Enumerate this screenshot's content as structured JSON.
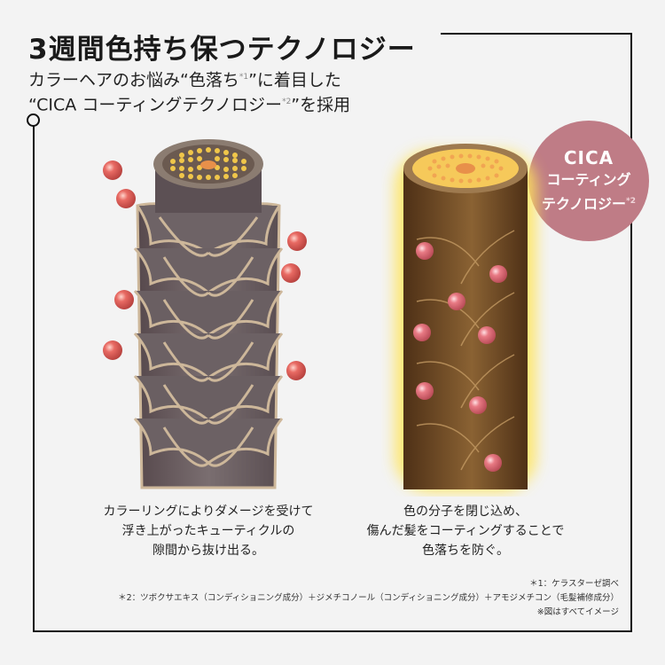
{
  "header": {
    "title": "3週間色持ち保つテクノロジー",
    "subtitle_line1_pre": "カラーヘアのお悩み“色落ち",
    "subtitle_line1_sup": "*1",
    "subtitle_line1_post": "”に着目した",
    "subtitle_line2_pre": "“CICA コーティングテクノロジー",
    "subtitle_line2_sup": "*2",
    "subtitle_line2_post": "”を採用"
  },
  "badge": {
    "line1": "CICA",
    "line2": "コーティング",
    "line3": "テクノロジー",
    "sup": "*2",
    "color": "#bf7c86"
  },
  "illustrations": {
    "left": {
      "name": "damaged-hair",
      "shaft_color": "#6e6366",
      "cuticle_edge_color": "#cdb79a",
      "molecule_color": "#e0645f"
    },
    "right": {
      "name": "coated-hair",
      "shaft_color": "#6b4423",
      "glow_color": "#ffe55c",
      "molecule_color": "#e4707a"
    }
  },
  "captions": {
    "left": [
      "カラーリングによりダメージを受けて",
      "浮き上がったキューティクルの",
      "隙間から抜け出る。"
    ],
    "right": [
      "色の分子を閉じ込め、",
      "傷んだ髪をコーティングすることで",
      "色落ちを防ぐ。"
    ]
  },
  "notes": [
    "＊1：ケラスターゼ調べ",
    "＊2：ツボクサエキス（コンディショニング成分）＋ジメチコノール（コンディショニング成分）＋アモジメチコン（毛髪補修成分）",
    "※図はすべてイメージ"
  ]
}
